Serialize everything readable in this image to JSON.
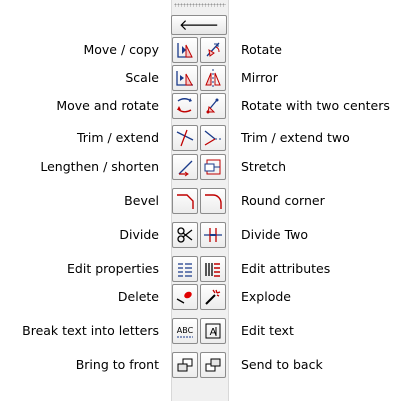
{
  "toolbar": {
    "back_button": {
      "icon": "arrow-left-icon",
      "glyph": "🡐"
    }
  },
  "rows": [
    {
      "left_label": "Move / copy",
      "right_label": "Rotate",
      "left_icon": "move-copy-icon",
      "right_icon": "rotate-icon"
    },
    {
      "left_label": "Scale",
      "right_label": "Mirror",
      "left_icon": "scale-icon",
      "right_icon": "mirror-icon"
    },
    {
      "left_label": "Move and rotate",
      "right_label": "Rotate with two centers",
      "left_icon": "move-rotate-icon",
      "right_icon": "rotate-two-centers-icon"
    },
    {
      "left_label": "Trim / extend",
      "right_label": "Trim / extend two",
      "left_icon": "trim-extend-icon",
      "right_icon": "trim-extend-two-icon"
    },
    {
      "left_label": "Lengthen / shorten",
      "right_label": "Stretch",
      "left_icon": "lengthen-shorten-icon",
      "right_icon": "stretch-icon"
    },
    {
      "left_label": "Bevel",
      "right_label": "Round corner",
      "left_icon": "bevel-icon",
      "right_icon": "round-corner-icon"
    },
    {
      "left_label": "Divide",
      "right_label": "Divide Two",
      "left_icon": "divide-icon",
      "right_icon": "divide-two-icon"
    },
    {
      "left_label": "Edit properties",
      "right_label": "Edit attributes",
      "left_icon": "edit-properties-icon",
      "right_icon": "edit-attributes-icon"
    },
    {
      "left_label": "Delete",
      "right_label": "Explode",
      "left_icon": "delete-icon",
      "right_icon": "explode-icon"
    },
    {
      "left_label": "Break text into letters",
      "right_label": "Edit text",
      "left_icon": "break-text-icon",
      "right_icon": "edit-text-icon"
    },
    {
      "left_label": "Bring to front",
      "right_label": "Send to back",
      "left_icon": "bring-to-front-icon",
      "right_icon": "send-to-back-icon"
    }
  ]
}
